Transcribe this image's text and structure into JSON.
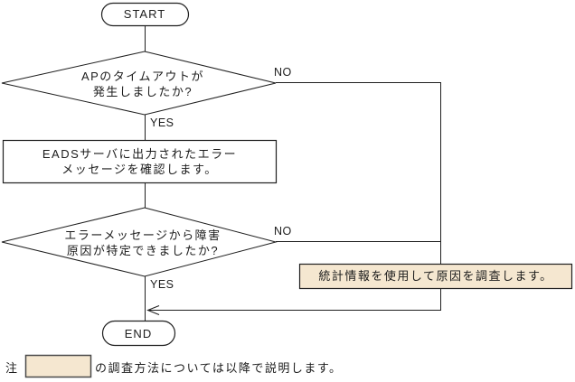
{
  "flowchart": {
    "start_label": "START",
    "end_label": "END",
    "decision1": {
      "line1": "APのタイムアウトが",
      "line2": "発生しましたか?",
      "no_label": "NO",
      "yes_label": "YES"
    },
    "process1": {
      "line1": "EADSサーバに出力されたエラー",
      "line2": "メッセージを確認します。"
    },
    "decision2": {
      "line1": "エラーメッセージから障害",
      "line2": "原因が特定できましたか?",
      "no_label": "NO",
      "yes_label": "YES"
    },
    "highlight_box": {
      "label": "統計情報を使用して原因を調査します。"
    },
    "colors": {
      "highlight_bg": "#F5E7D0",
      "line": "#1f1f1f"
    }
  },
  "note": {
    "prefix": "注",
    "text": "の調査方法については以降で説明します。"
  }
}
